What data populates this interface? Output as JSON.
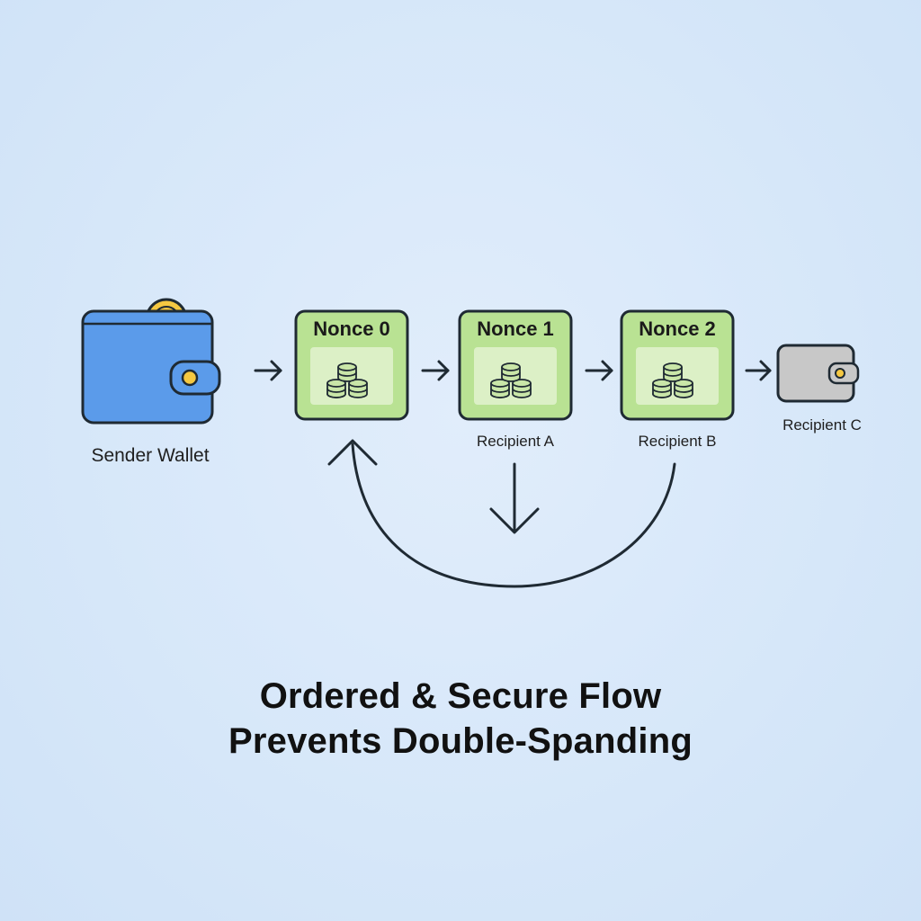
{
  "sender": {
    "label": "Sender Wallet",
    "icon": "wallet-with-coin-icon",
    "color": "#5b9bea"
  },
  "nonces": [
    {
      "title": "Nonce 0",
      "icon": "coin-stack-icon"
    },
    {
      "title": "Nonce 1",
      "icon": "coin-stack-icon",
      "recipient": "Recipient A"
    },
    {
      "title": "Nonce 2",
      "icon": "coin-stack-icon",
      "recipient": "Recipient B"
    }
  ],
  "recipient_final": {
    "label": "Recipient C",
    "icon": "grey-wallet-icon",
    "color": "#c8c8c8"
  },
  "colors": {
    "nonce_fill": "#b9e293",
    "nonce_inner": "#dcf0c6",
    "stroke": "#1f2a33",
    "coin": "#f5c842"
  },
  "headline": {
    "line1": "Ordered & Secure Flow",
    "line2": "Prevents Double-Spanding"
  }
}
